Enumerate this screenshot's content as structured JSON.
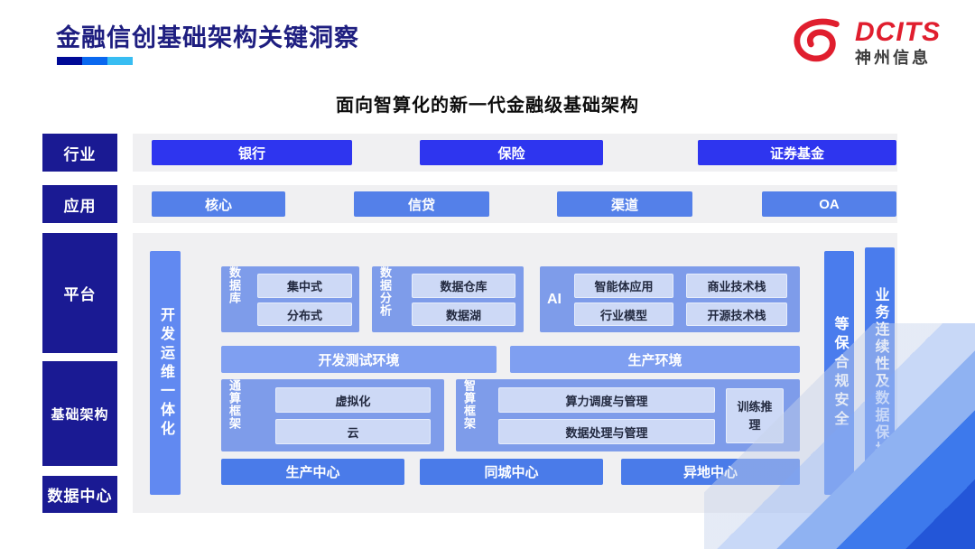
{
  "header": {
    "title": "金融信创基础架构关键洞察",
    "logo": {
      "brand": "DCITS",
      "company": "神州信息"
    }
  },
  "subtitle": "面向智算化的新一代金融级基础架构",
  "rails": {
    "industry": "行业",
    "application": "应用",
    "platform": "平台",
    "infrastructure": "基础架构",
    "datacenter": "数据中心"
  },
  "industry_row": {
    "items": [
      "银行",
      "保险",
      "证券基金"
    ]
  },
  "application_row": {
    "items": [
      "核心",
      "信贷",
      "渠道",
      "OA"
    ]
  },
  "platform": {
    "devops_bar": "开发运维一体化",
    "security_bar": "等保合规安全",
    "continuity_bar": "业务连续性及数据保护",
    "groups": [
      {
        "label": "数据库",
        "chips": [
          "集中式",
          "分布式"
        ]
      },
      {
        "label": "数据分析",
        "chips": [
          "数据仓库",
          "数据湖"
        ]
      },
      {
        "label": "AI",
        "chips": [
          "智能体应用",
          "商业技术栈",
          "行业模型",
          "开源技术栈"
        ]
      }
    ],
    "environments": [
      "开发测试环境",
      "生产环境"
    ],
    "frameworks": [
      {
        "label": "通算框架",
        "chips": [
          "虚拟化",
          "云"
        ]
      },
      {
        "label": "智算框架",
        "chips": [
          "算力调度与管理",
          "数据处理与管理"
        ],
        "side_chip": "训练推理"
      }
    ],
    "centers": [
      "生产中心",
      "同城中心",
      "异地中心"
    ]
  },
  "colors": {
    "title_navy": "#1e1e80",
    "rail_navy": "#1a1a93",
    "industry_button": "#2e35ef",
    "application_button": "#5480e9",
    "group_bg": "#7e9cea",
    "env_bar": "#7f9ff1",
    "devops_bar": "#6189f1",
    "side_bar": "#4a7ced",
    "center_button": "#4a7be9",
    "chip_bg": "#cdd9f6",
    "panel_gray": "#f0f0f2",
    "logo_red": "#e01e2e",
    "underline": [
      "#000a96",
      "#0a68ef",
      "#38bdf2"
    ]
  }
}
